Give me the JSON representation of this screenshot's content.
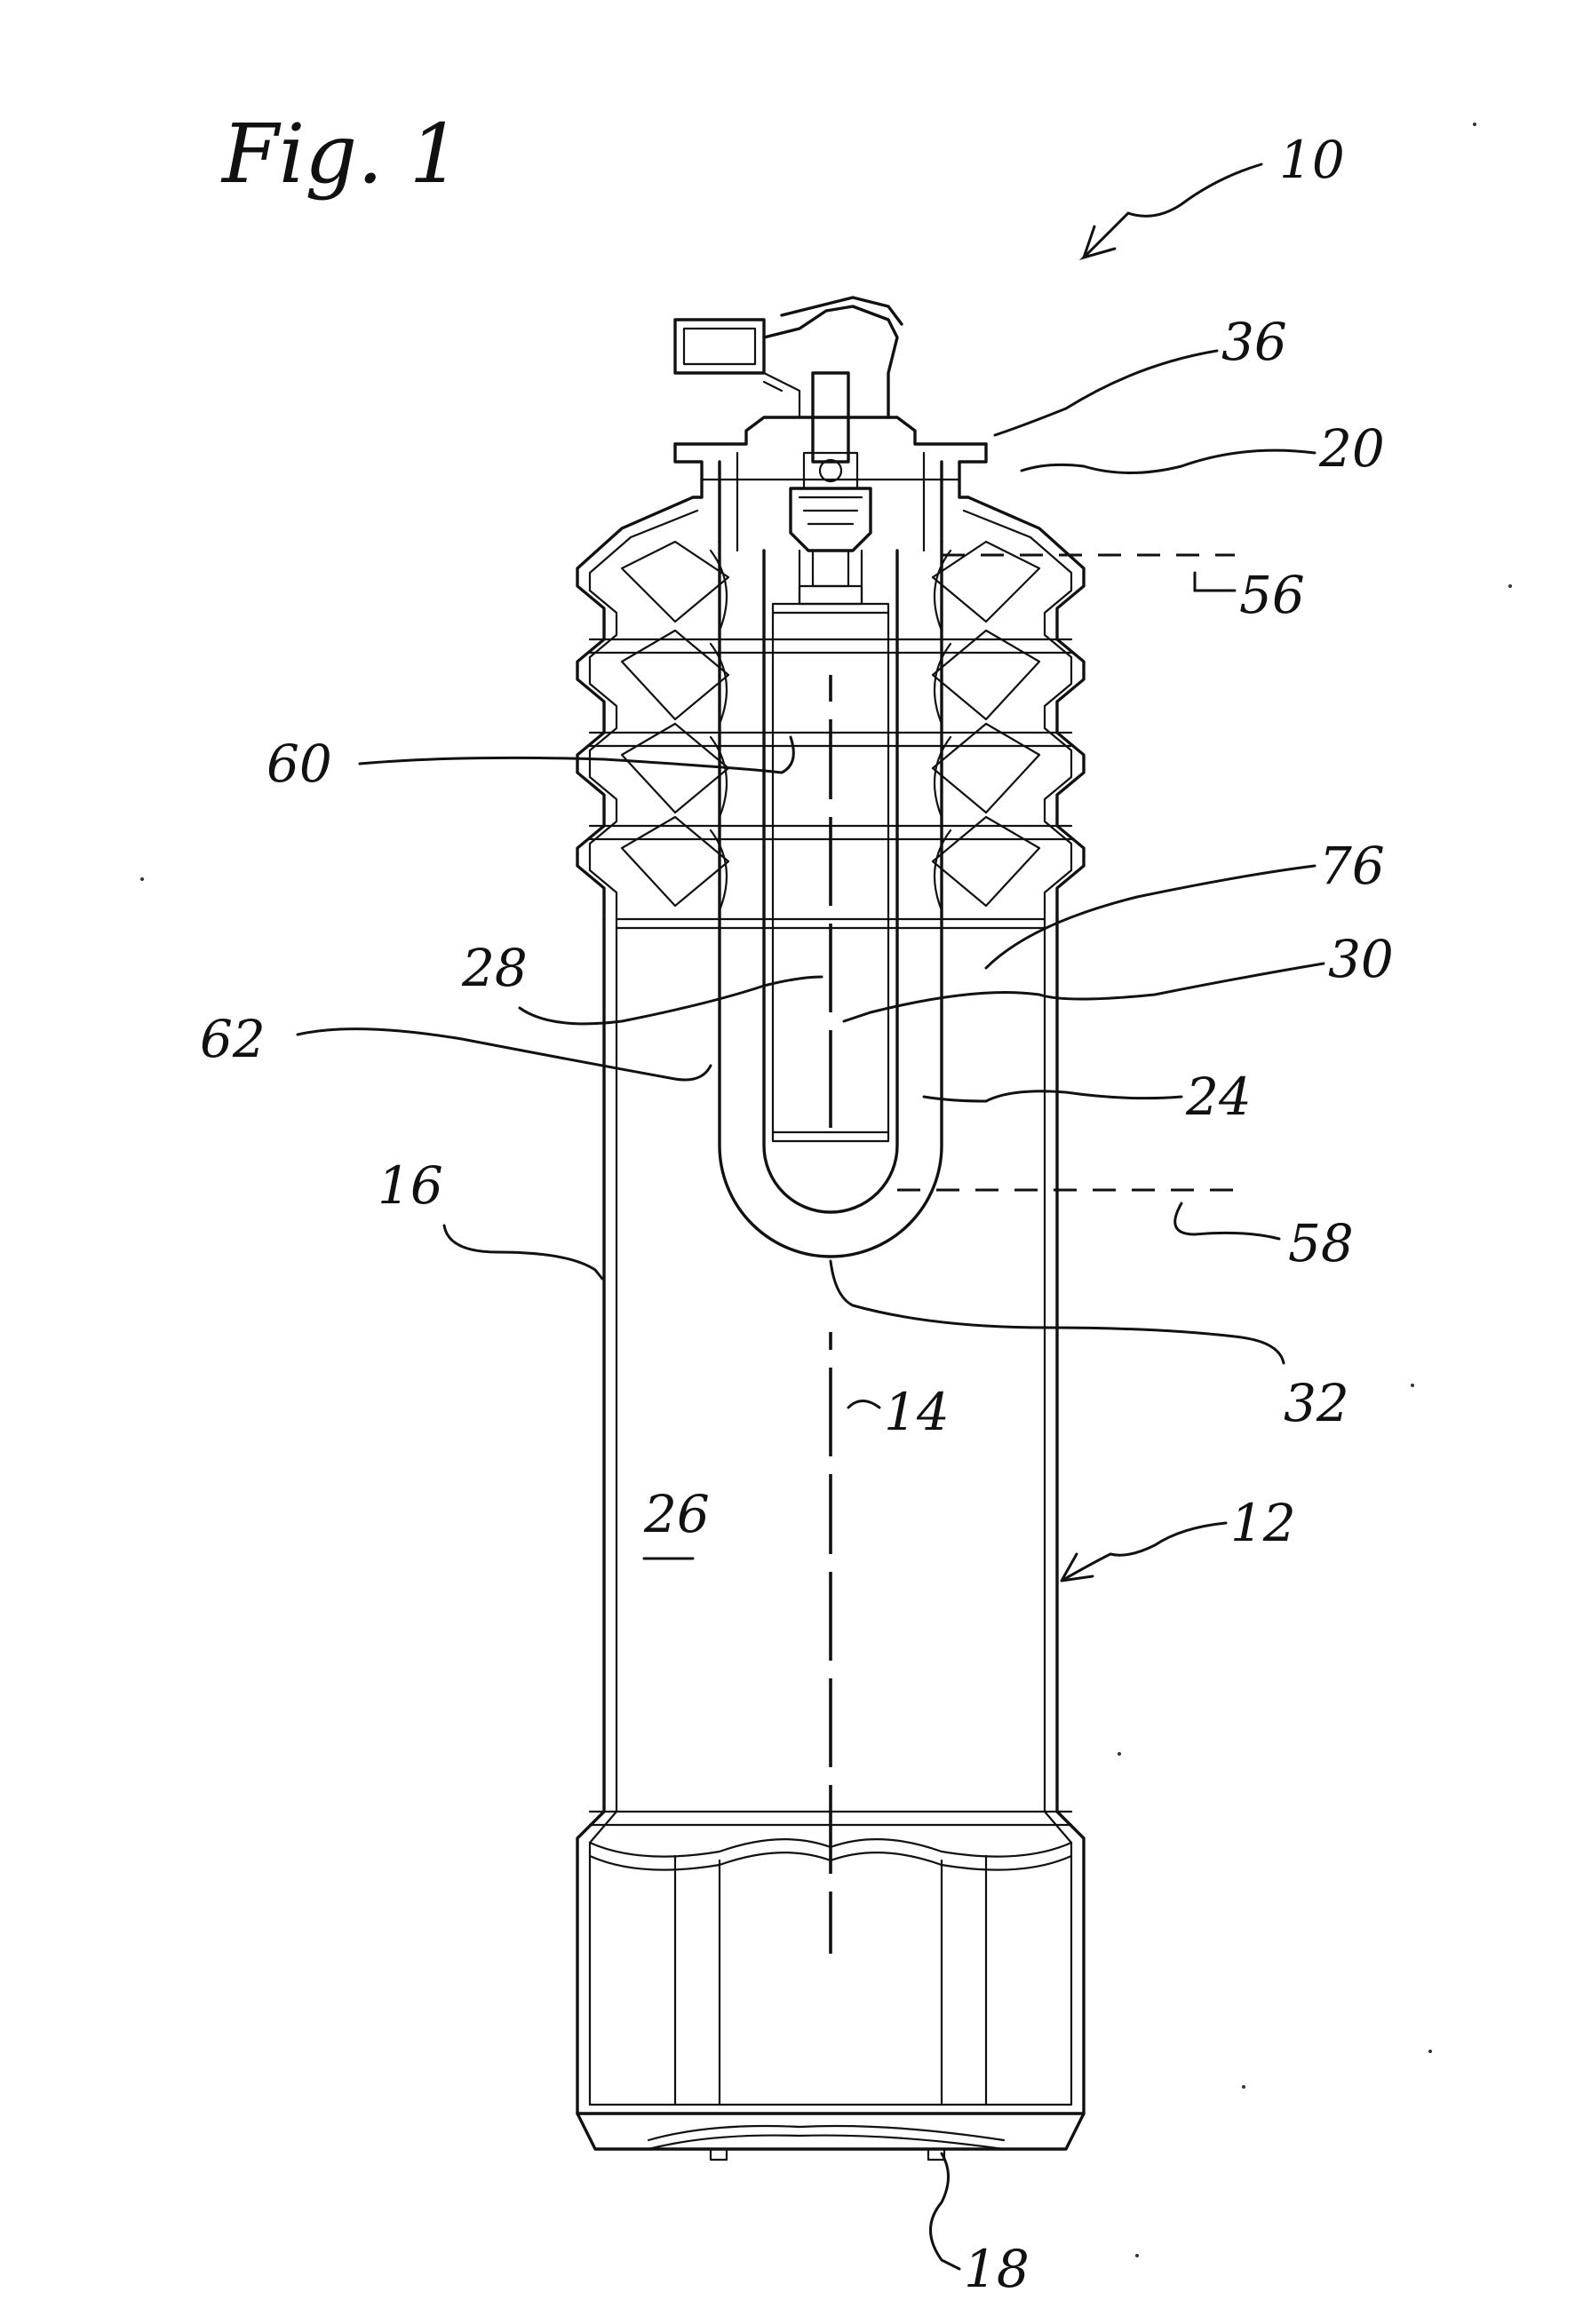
{
  "figure": {
    "label": "Fig. 1"
  },
  "refs": {
    "r10": "10",
    "r36": "36",
    "r20": "20",
    "r56": "56",
    "r60": "60",
    "r76": "76",
    "r28": "28",
    "r30": "30",
    "r62": "62",
    "r24": "24",
    "r16": "16",
    "r58": "58",
    "r32": "32",
    "r14": "14",
    "r26": "26",
    "r12": "12",
    "r18": "18"
  }
}
